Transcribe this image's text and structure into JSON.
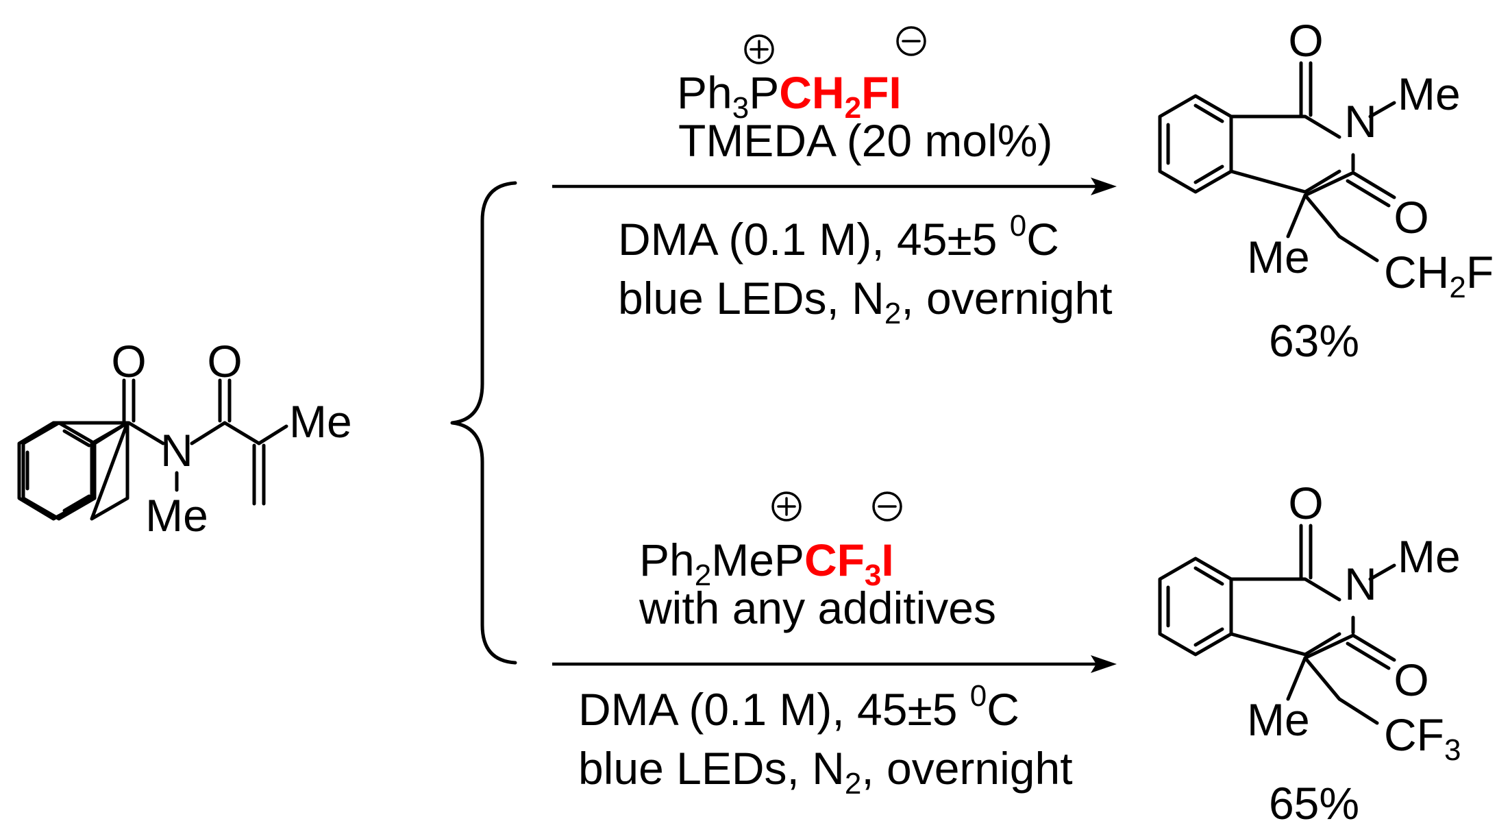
{
  "starting_material": {
    "atoms": {
      "o1": "O",
      "o2": "O",
      "n": "N",
      "me_n": "Me",
      "me_alkene": "Me"
    }
  },
  "top_reaction": {
    "reagent": {
      "prefix": "Ph",
      "prefix_sub": "3",
      "phosphorus": "P",
      "red_1": "CH",
      "red_sub": "2",
      "red_2": "FI"
    },
    "additive": "TMEDA (20 mol%)",
    "conditions_line1_main": "DMA (0.1 M), 45±5 ",
    "conditions_line1_sup": "0",
    "conditions_line1_tail": "C",
    "conditions_line2_a": "blue LEDs, N",
    "conditions_line2_sub": "2",
    "conditions_line2_b": ", overnight",
    "product": {
      "o_top": "O",
      "o_side": "O",
      "n": "N",
      "n_me": "Me",
      "quat_me": "Me",
      "group_main": "CH",
      "group_sub": "2",
      "group_tail": "F"
    },
    "yield": "63%"
  },
  "bottom_reaction": {
    "reagent": {
      "prefix": "Ph",
      "prefix_sub": "2",
      "middle": "MeP",
      "red_1": "CF",
      "red_sub": "3",
      "red_2": "I"
    },
    "additive": "with any additives",
    "conditions_line1_main": "DMA (0.1 M), 45±5 ",
    "conditions_line1_sup": "0",
    "conditions_line1_tail": "C",
    "conditions_line2_a": "blue LEDs, N",
    "conditions_line2_sub": "2",
    "conditions_line2_b": ", overnight",
    "product": {
      "o_top": "O",
      "o_side": "O",
      "n": "N",
      "n_me": "Me",
      "quat_me": "Me",
      "group_main": "CF",
      "group_sub": "3"
    },
    "yield": "65%"
  },
  "charges": {
    "plus": "+",
    "minus": "−"
  }
}
